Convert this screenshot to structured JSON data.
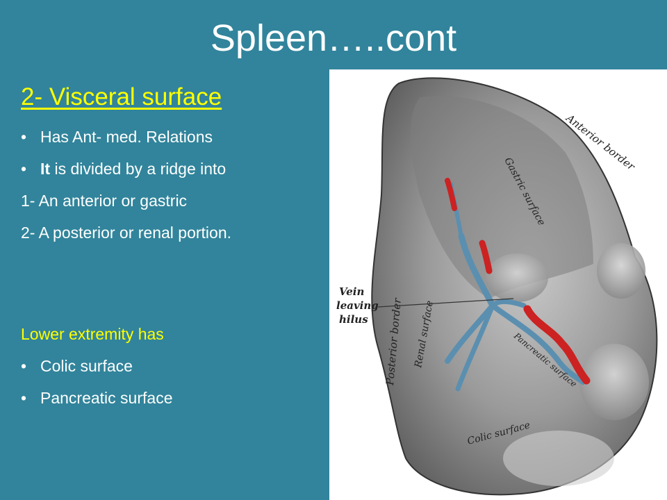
{
  "slide": {
    "title": "Spleen…..cont",
    "subtitle": "2- Visceral surface",
    "bullets_top": [
      {
        "bold": "",
        "text": "Has Ant- med. Relations"
      },
      {
        "bold": "It",
        "text": " is divided by a ridge into"
      }
    ],
    "numbered": [
      "1-  An anterior or gastric",
      "2-  A posterior or renal portion."
    ],
    "lower_heading": "Lower  extremity has",
    "bullets_bottom": [
      "Colic surface",
      "Pancreatic surface"
    ],
    "bullet_char": "•"
  },
  "figure": {
    "labels": {
      "anterior_border": "Anterior border",
      "gastric_surface": "Gastric surface",
      "renal_surface": "Renal surface",
      "posterior_border": "Posterior border",
      "vein_leaving": "Vein",
      "vein_leaving_2": "leaving",
      "vein_leaving_3": "hilus",
      "pancreatic_surface": "Pancreatic surface",
      "colic_surface": "Colic surface"
    }
  },
  "colors": {
    "background": "#31849B",
    "accent_yellow": "#FFFF00",
    "text": "#FFFFFF",
    "artery_red": "#CC2222",
    "vein_blue": "#5B8FB0"
  }
}
